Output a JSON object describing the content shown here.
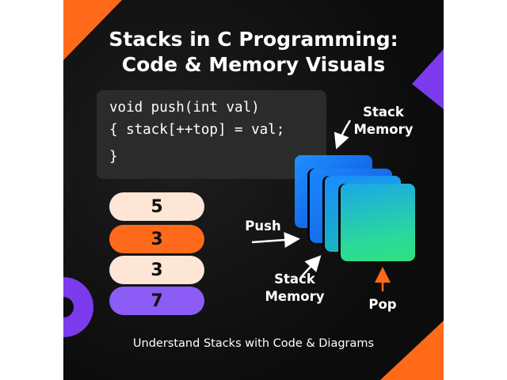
{
  "title": {
    "line1": "Stacks in C Programming:",
    "line2": "Code & Memory Visuals"
  },
  "code": {
    "line1": "void push(int val)",
    "line2": "{ stack[++top] = val;",
    "line3": "}"
  },
  "stack_items": [
    {
      "value": "5",
      "color": "#fde6d6"
    },
    {
      "value": "3",
      "color": "#ff6a1a"
    },
    {
      "value": "3",
      "color": "#fde6d6"
    },
    {
      "value": "7",
      "color": "#8b5cf6"
    }
  ],
  "labels": {
    "stack_memory_top_line1": "Stack",
    "stack_memory_top_line2": "Memory",
    "push": "Push",
    "stack_memory_bottom_line1": "Stack",
    "stack_memory_bottom_line2": "Memory",
    "pop": "Pop"
  },
  "footer": "Understand Stacks with Code & Diagrams",
  "colors": {
    "orange_accent": "#ff6a1a",
    "purple_accent": "#7c3aed",
    "card_background": "#111111",
    "code_background": "#2b2b2b"
  }
}
